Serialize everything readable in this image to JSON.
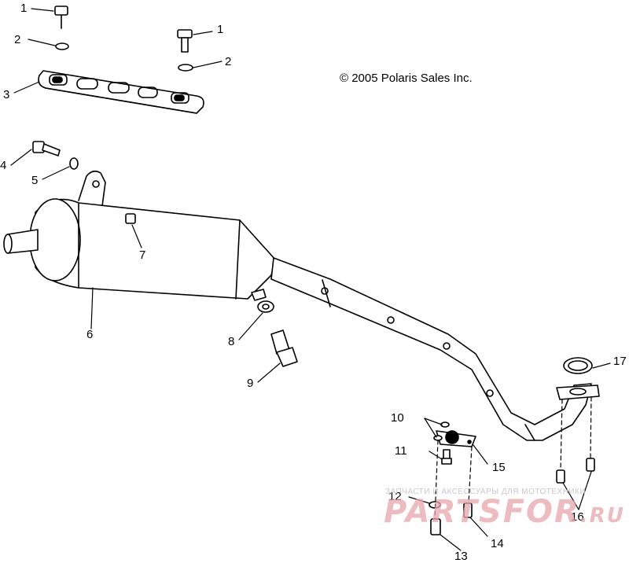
{
  "copyright": "© 2005 Polaris Sales Inc.",
  "watermark": {
    "tagline": "ЗАПЧАСТИ И АКСЕССУАРЫ ДЛЯ МОТОТЕХНИКИ",
    "brand": "PARTSFOR",
    "domain": ".RU"
  },
  "callouts": {
    "c1a": "1",
    "c1b": "1",
    "c2a": "2",
    "c2b": "2",
    "c3": "3",
    "c4": "4",
    "c5": "5",
    "c6": "6",
    "c7": "7",
    "c8": "8",
    "c9": "9",
    "c10": "10",
    "c11": "11",
    "c12": "12",
    "c13": "13",
    "c14": "14",
    "c15": "15",
    "c16": "16",
    "c17": "17"
  }
}
